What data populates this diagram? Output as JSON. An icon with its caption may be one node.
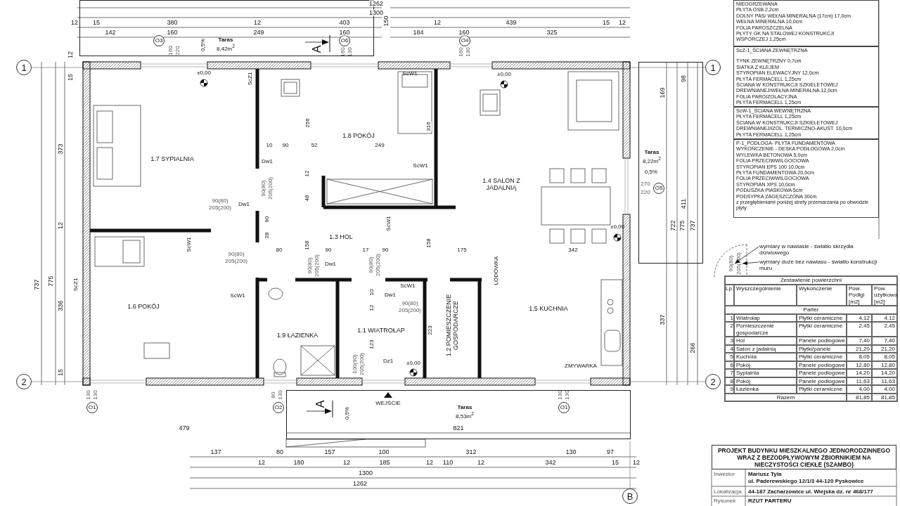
{
  "diagram": {
    "nodes": [
      {
        "text": [
          "Taras",
          "8,42m$^{2}$"
        ]
      },
      {
        "text": [
          "O3"
        ],
        "in": 0
      },
      {
        "text": [
          "O6"
        ],
        "in": 0
      },
      {
        "text": [
          "O4"
        ]
      },
      {
        "text": [
          "1"
        ]
      },
      {
        "text": [
          "1"
        ]
      },
      {
        "text": [
          "1.7 SYPIALNIA"
        ]
      },
      {
        "text": [
          "1.8 POKÓJ"
        ]
      },
      {
        "text": [
          "1.4 SALON Z JADALNIĄ"
        ]
      },
      {
        "text": [
          "Taras",
          "8,22m$^{2}$"
        ]
      },
      {
        "text": [
          "O5"
        ],
        "in": 9
      },
      {
        "text": [
          "1.3 HOL"
        ]
      },
      {
        "text": [
          "1.6 POKÓJ"
        ]
      },
      {
        "text": [
          "1.9 ŁAZIENKA"
        ]
      },
      {
        "text": [
          "1.1 WIATROŁAP"
        ]
      },
      {
        "text": [
          "1.2 POMIESZCZENIE GOSPODARCZE"
        ]
      },
      {
        "text": [
          "1.5 KUCHNIA"
        ]
      },
      {
        "text": [
          "2"
        ]
      },
      {
        "text": [
          "2"
        ]
      },
      {
        "text": [
          "O1"
        ]
      },
      {
        "text": [
          "O2"
        ]
      },
      {
        "text": [
          "O1"
        ],
        "in": 22
      },
      {
        "text": [
          "Taras",
          "8,53m$^{2}$"
        ]
      },
      {
        "text": [
          "B"
        ]
      },
      {
        "text": [
          "NIEOGRZEWANA",
          "PŁYTA OSB 2,2cm",
          "DOLNY PAS/ WEŁNA MINERALNA (17cm) 17,0cm",
          "WEŁNA MINERALNA 10,0cm",
          "FOLIA PAROSZCZELNA",
          "PŁYTY GK NA STALOWEJ KONSTRUKCJI",
          "WSPORCZEJ 1,25cm"
        ]
      },
      {
        "text": [
          "ScZ-1_ŚCIANA ZEWNĘTRZNA",
          "TYNK ZEWNĘTRZNY 0,7cm",
          "SIATKA Z KLEJEM",
          "STYROPIAN ELEWACYJNY 12,0cm",
          "PŁYTA FERMACELL 1,25cm",
          "ŚCIANA W KONSTRUKCJI SZKIELETOWEJ",
          "DREWNIANEJ/WEŁNA MINERALNA 12,0cm",
          "FOLIA PAROIZOLACYJNA",
          "PŁYTA FERMACELL 1,25cm"
        ]
      },
      {
        "text": [
          "ScW-1_ŚCIANA WEWNĘTRZNA",
          "PŁYTA FERMACELL 1,25cm",
          "ŚCIANA W KONSTRUKCJI SZKIELETOWEJ",
          "DREWNIANEJ/IZOL. TERMICZNO-AKUST. 10,0cm",
          "PŁYTA FERMACELL 1,25cm"
        ]
      },
      {
        "text": [
          "P-1_PODŁOGA- PŁYTA FUNDAMENTOWA",
          "WYKOŃCZENIE - DESKA PODŁOGOWA 2,0cm",
          "WYLEWKA BETONOWA 5,0cm",
          "FOLIA PRZECIWWILGOCIOWA",
          "STYROPIAN EPS 100 10,0cm",
          "PŁYTA FUNDAMENTOWA 20,0cm",
          "FOLIA PRZECIWWILGOCIOWA",
          "STYROPIAN XPS 10,0cm",
          "PODUSZKA PIASKOWA 5cm",
          "PODSYPKA ZAGĘSZCZONA 30cm",
          "z przegłębieniami poniżej strefy przemarzania po obwodzie płyty"
        ]
      },
      {
        "text": [
          "wymiary w nawiasie - światło skrzydła drzwiowego"
        ]
      },
      {
        "text": [
          "wymiary duże bez nawiasu - światło konstrukcji muru"
        ]
      },
      {
        "text": [
          "90(80)"
        ]
      },
      {
        "text": [
          "205(200)"
        ]
      },
      {
        "text": [
          "PROJEKT BUDYNKU MIESZKALNEGO JEDNORODZINNEGO WRAZ Z BEZODPŁYWOWYM ZBIORNIKIEM NA NIECZYSTOŚCI CIEKŁE (SZAMBO)"
        ]
      }
    ],
    "edges": [
      {
        "from": 28,
        "to": 30,
        "arrow": "to"
      },
      {
        "from": 29,
        "to": 31,
        "arrow": "to"
      }
    ],
    "labels": [
      "1262",
      "1300",
      "12",
      "15",
      "380",
      "12",
      "403",
      "150",
      "12",
      "439",
      "15",
      "12",
      "142",
      "160",
      "249",
      "160",
      "184",
      "160",
      "325",
      "160",
      "220",
      "0,5%",
      "A",
      "160",
      "130",
      "160",
      "130",
      "±0,00",
      "ScZ1",
      "ScW1",
      "±0,00",
      "256",
      "316",
      "10",
      "90",
      "52",
      "249",
      "ScW1",
      "Dw1",
      "12",
      "90(80)",
      "205(200)",
      "48",
      "90",
      "Dw1",
      "90(80)",
      "205(200)",
      "ScW1",
      "28",
      "±0,00",
      "ScW1",
      "80",
      "158",
      "90",
      "17",
      "90",
      "158",
      "175",
      "342",
      "90(80)",
      "205(200)",
      "Dw1",
      "90(80)",
      "205(200)",
      "90(80)",
      "205(200)",
      "ScW1",
      "ScW1",
      "Dw1",
      "90(80)",
      "205(200)",
      "LODÓWKA",
      "10",
      "12",
      "123",
      "223",
      "Dz1",
      "±0,00",
      "ZMYWARKA",
      "100(90)",
      "205(200)",
      "737",
      "775",
      "373",
      "12",
      "336",
      "15",
      "12",
      "15",
      "ScZ1",
      "169",
      "98",
      "411",
      "722",
      "775",
      "737",
      "337",
      "266",
      "270",
      "220",
      "0,5%",
      "130",
      "130",
      "80",
      "130",
      "A",
      "0,5%",
      "WEJŚCIE",
      "130",
      "130",
      "479",
      "821",
      "137",
      "80",
      "157",
      "100",
      "312",
      "130",
      "97",
      "12",
      "180",
      "12",
      "185",
      "12",
      "110",
      "12",
      "342",
      "15",
      "12",
      "1300",
      "1262",
      "Zestawienie powierzchni",
      "Lp.",
      "Wyszczególnienie",
      "Wykończenie",
      "Pow. Podłgi [m2]",
      "Pow. użytkowa [m2]",
      "Parter",
      "1",
      "Wiatrołap",
      "Płytki ceramiczne",
      "4,12",
      "4,12",
      "2",
      "Pomieszczenie gospodarcze",
      "Płytki ceramiczne",
      "2,45",
      "2,45",
      "3",
      "Hol",
      "Panele podłogowe",
      "7,40",
      "7,40",
      "4",
      "Salon z jadalnią",
      "Płytki/panele",
      "21,20",
      "21,20",
      "5",
      "Kuchnia",
      "Płytki ceramiczne",
      "8,05",
      "8,05",
      "6",
      "Pokój",
      "Panele podłogowe",
      "12,80",
      "12,80",
      "7",
      "Sypialnia",
      "Panele podłogowe",
      "14,20",
      "14,20",
      "8",
      "Pokój",
      "Panele podłogowe",
      "11,63",
      "11,63",
      "9",
      "Łazienka",
      "Płytki ceramiczne",
      "4,00",
      "4,00",
      "Razem",
      "81,85",
      "81,85",
      "Inwestor",
      "Mariusz Tyla",
      "ul. Paderewskiego 12/1/3 44-120 Pyskowice",
      "Lokalizacja",
      "44-187 Zacharzowice ul. Wiejska dz. nr 468/177",
      "Rysunek",
      "RZUT PARTERU"
    ]
  }
}
